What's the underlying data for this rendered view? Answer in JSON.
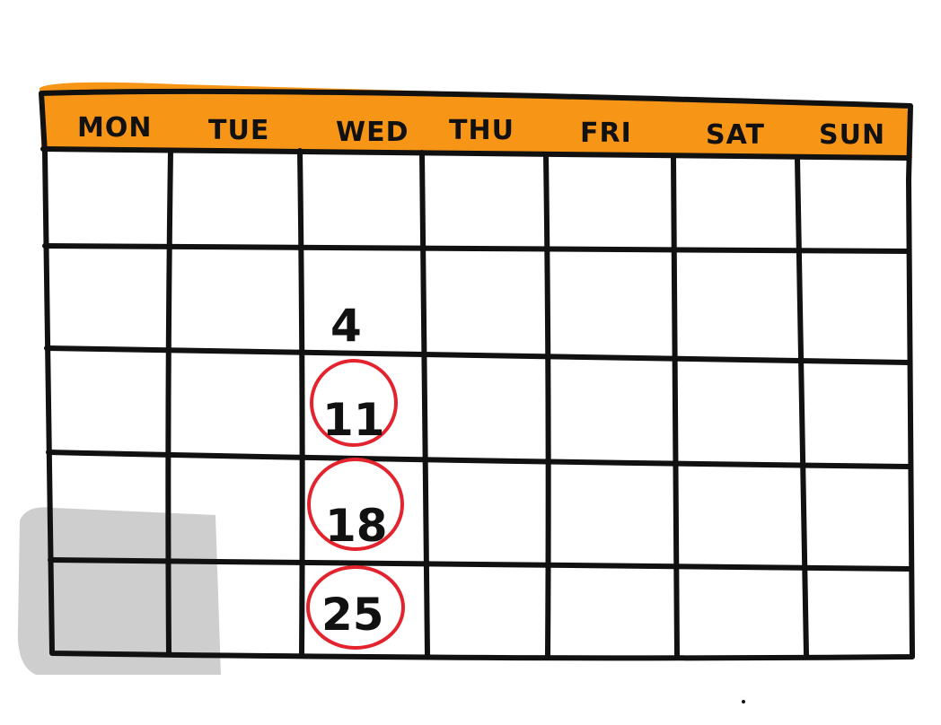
{
  "calendar": {
    "weekdays": [
      "MON",
      "TUE",
      "WED",
      "THU",
      "FRI",
      "SAT",
      "SUN"
    ],
    "header_color": "#f79517",
    "line_color": "#111111",
    "circle_color": "#e3242e",
    "shadow_color": "#c9c9c9",
    "marked_dates": [
      {
        "label": "4",
        "circled": false
      },
      {
        "label": "11",
        "circled": true
      },
      {
        "label": "18",
        "circled": true
      },
      {
        "label": "25",
        "circled": true
      }
    ]
  }
}
